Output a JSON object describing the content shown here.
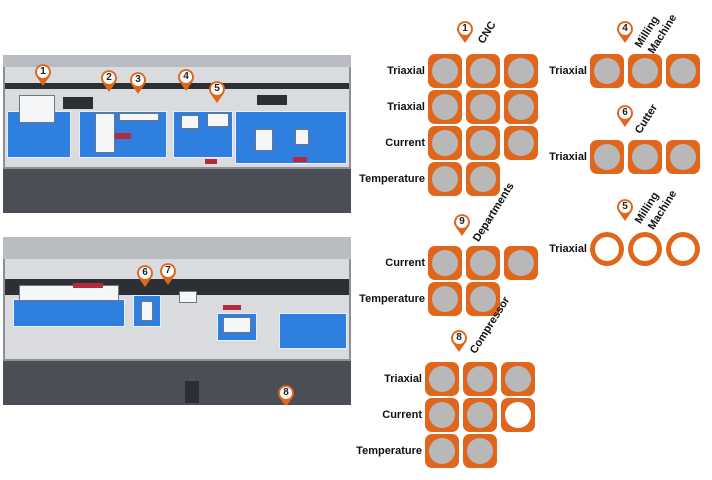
{
  "colors": {
    "accent": "#e0661c",
    "sensor_active": "#b8b8b8",
    "sensor_inactive": "#ffffff",
    "zone": "#2f7fe0",
    "pin": "#e0661c"
  },
  "floor_pins": {
    "top": [
      "1",
      "2",
      "3",
      "4",
      "5"
    ],
    "bottom": [
      "6",
      "7",
      "8"
    ]
  },
  "panels": [
    {
      "id": "1",
      "title_lines": [
        "CNC"
      ],
      "rows": [
        {
          "label": "Triaxial",
          "sensors": [
            "active",
            "active",
            "active"
          ]
        },
        {
          "label": "Triaxial",
          "sensors": [
            "active",
            "active",
            "active"
          ]
        },
        {
          "label": "Current",
          "sensors": [
            "active",
            "active",
            "active"
          ]
        },
        {
          "label": "Temperature",
          "sensors": [
            "active",
            "active"
          ]
        }
      ]
    },
    {
      "id": "4",
      "title_lines": [
        "Milling",
        "Machine"
      ],
      "rows": [
        {
          "label": "Triaxial",
          "sensors": [
            "active",
            "active",
            "active"
          ]
        }
      ]
    },
    {
      "id": "6",
      "title_lines": [
        "Cutter"
      ],
      "rows": [
        {
          "label": "Triaxial",
          "sensors": [
            "active",
            "active",
            "active"
          ]
        }
      ]
    },
    {
      "id": "5",
      "title_lines": [
        "Milling",
        "Machine"
      ],
      "rows": [
        {
          "label": "Triaxial",
          "sensors": [
            "inactive",
            "inactive",
            "inactive"
          ]
        }
      ]
    },
    {
      "id": "9",
      "title_lines": [
        "Departments"
      ],
      "rows": [
        {
          "label": "Current",
          "sensors": [
            "active",
            "active",
            "active"
          ]
        },
        {
          "label": "Temperature",
          "sensors": [
            "active",
            "active"
          ]
        }
      ]
    },
    {
      "id": "8",
      "title_lines": [
        "Compressor"
      ],
      "rows": [
        {
          "label": "Triaxial",
          "sensors": [
            "active",
            "active",
            "active"
          ]
        },
        {
          "label": "Current",
          "sensors": [
            "active",
            "active",
            "inactive"
          ]
        },
        {
          "label": "Temperature",
          "sensors": [
            "active",
            "active"
          ]
        }
      ]
    }
  ]
}
